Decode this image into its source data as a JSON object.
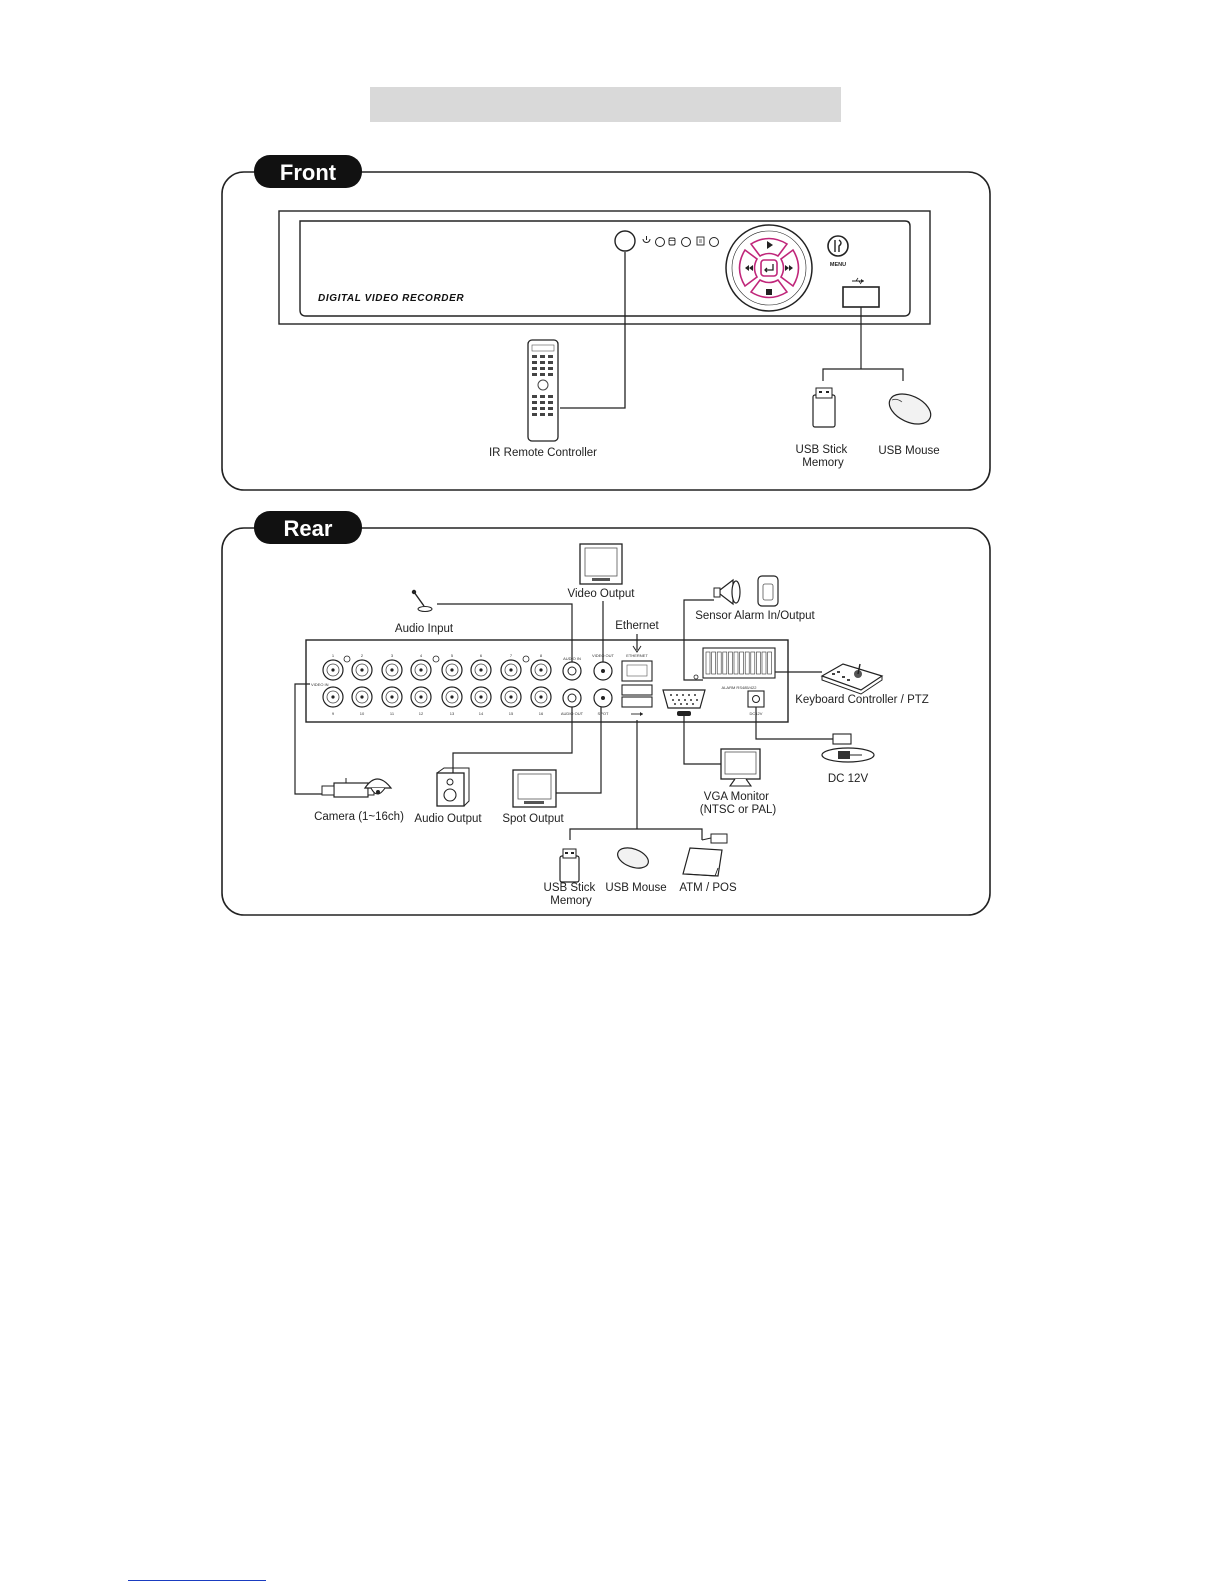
{
  "page": {
    "title_bar_text": ""
  },
  "front": {
    "tab_label": "Front",
    "device_logo": "DIGITAL VIDEO RECORDER",
    "menu_button_label": "MENU",
    "labels": {
      "ir_remote": "IR Remote Controller",
      "usb_stick_line1": "USB Stick",
      "usb_stick_line2": "Memory",
      "usb_mouse": "USB Mouse"
    },
    "icons": [
      "power-icon",
      "hdd-icon",
      "network-icon",
      "play-icon",
      "rewind-icon",
      "fast-forward-icon",
      "enter-icon",
      "menu-icon",
      "usb-icon"
    ]
  },
  "rear": {
    "tab_label": "Rear",
    "labels": {
      "video_output": "Video Output",
      "audio_input": "Audio Input",
      "ethernet": "Ethernet",
      "sensor_alarm": "Sensor Alarm In/Output",
      "keyboard_ptz": "Keyboard Controller / PTZ",
      "dc12v": "DC 12V",
      "vga_line1": "VGA Monitor",
      "vga_line2": "(NTSC or PAL)",
      "camera": "Camera (1~16ch)",
      "audio_output": "Audio Output",
      "spot_output": "Spot Output",
      "usb_stick_line1": "USB Stick",
      "usb_stick_line2": "Memory",
      "usb_mouse": "USB Mouse",
      "atm_pos": "ATM / POS"
    },
    "panel_markings": {
      "video_in": "VIDEO IN",
      "audio_in": "AUDIO IN",
      "video_out": "VIDEO OUT",
      "audio_out": "AUDIO OUT",
      "spot": "SPOT",
      "ethernet": "ETHERNET",
      "dc12v": "DC12V",
      "alarm_rs485": "ALARM   RS485/422",
      "top_row_numbers": [
        "1",
        "2",
        "3",
        "4",
        "5",
        "6",
        "7",
        "8"
      ],
      "bottom_row_numbers": [
        "9",
        "10",
        "11",
        "12",
        "13",
        "14",
        "15",
        "16"
      ]
    }
  }
}
